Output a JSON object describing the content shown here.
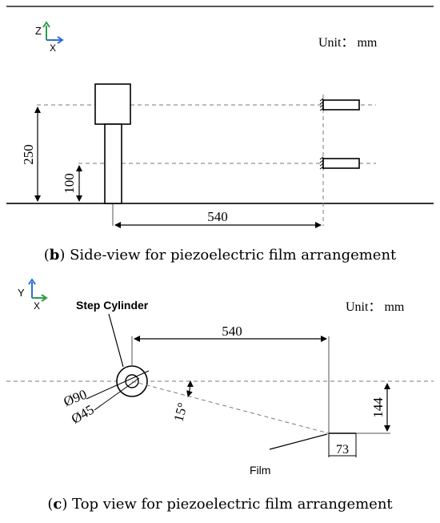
{
  "side_view": {
    "axis": {
      "vertical": "Z",
      "horizontal": "X"
    },
    "unit_label": "Unit： mm",
    "dimensions": {
      "height_top": "250",
      "height_low": "100",
      "distance": "540"
    },
    "caption": {
      "letter": "b",
      "text": " Side-view for piezoelectric film arrangement"
    }
  },
  "top_view": {
    "axis": {
      "vertical": "Y",
      "horizontal": "X"
    },
    "unit_label": "Unit： mm",
    "cylinder_label": "Step Cylinder",
    "film_label": "Film",
    "dimensions": {
      "distance": "540",
      "outer_diameter": "Ø90",
      "inner_diameter": "Ø45",
      "angle": "15°",
      "offset": "144",
      "film_width": "73"
    },
    "caption": {
      "letter": "c",
      "text": " Top view for piezoelectric film arrangement"
    }
  },
  "colors": {
    "axis_green": "#2e9e4a",
    "axis_blue": "#2f6fd6",
    "line": "#000000",
    "dashed": "#7a7a7a"
  }
}
